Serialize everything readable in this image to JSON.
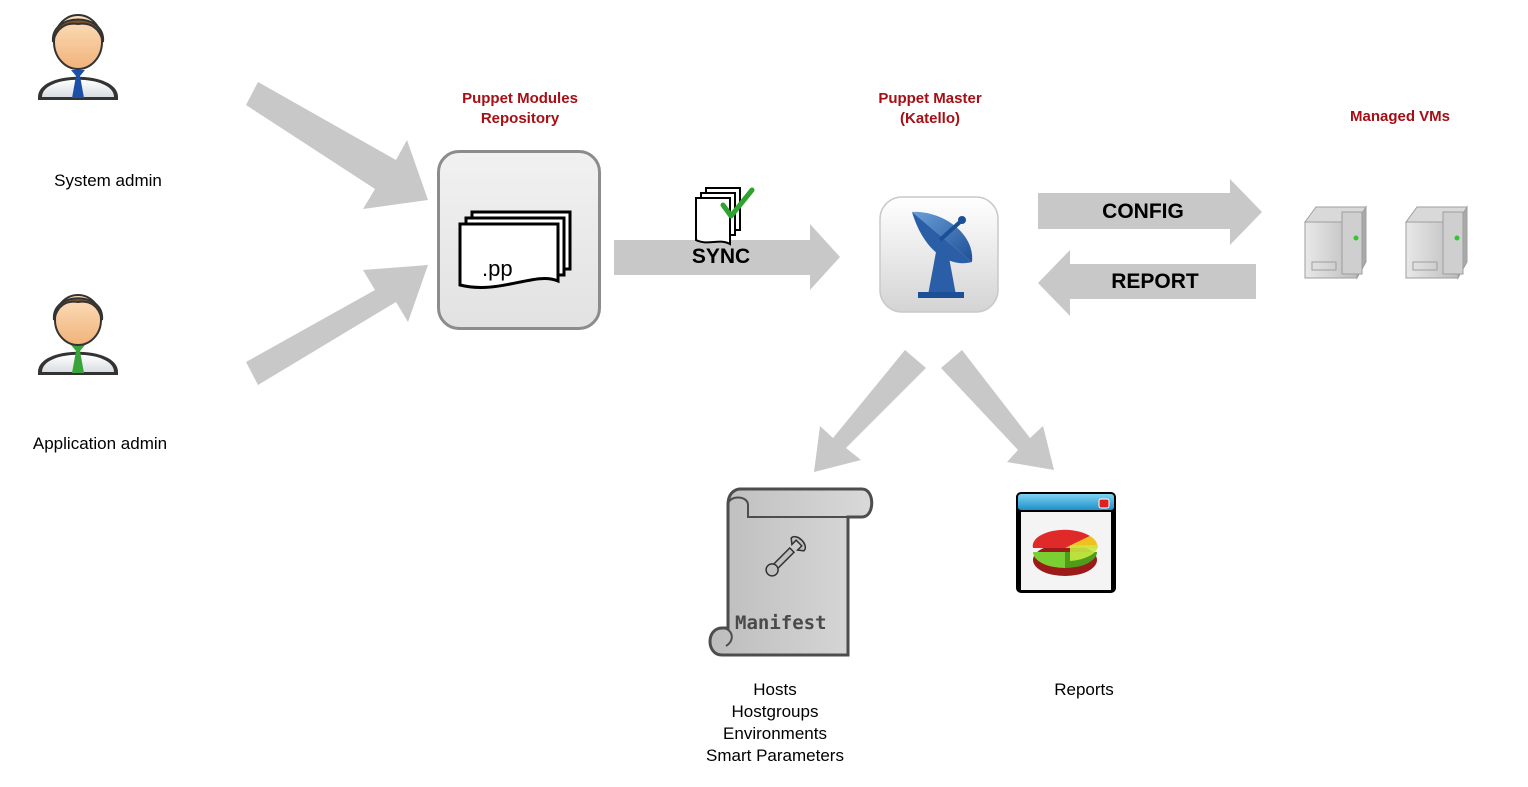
{
  "actors": {
    "system_admin": "System admin",
    "application_admin": "Application admin"
  },
  "repository": {
    "title_line1": "Puppet Modules",
    "title_line2": "Repository",
    "file_label": ".pp"
  },
  "master": {
    "title_line1": "Puppet Master",
    "title_line2": "(Katello)"
  },
  "vms": {
    "title": "Managed VMs"
  },
  "arrows": {
    "sync": "SYNC",
    "config": "CONFIG",
    "report": "REPORT"
  },
  "manifest": {
    "label": "Manifest",
    "items": [
      "Hosts",
      "Hostgroups",
      "Environments",
      "Smart Parameters"
    ]
  },
  "reports": {
    "label": "Reports"
  },
  "colors": {
    "title_red": "#a50f15",
    "arrow_gray": "#c8c8c8",
    "box_border": "#8c8c8c"
  }
}
